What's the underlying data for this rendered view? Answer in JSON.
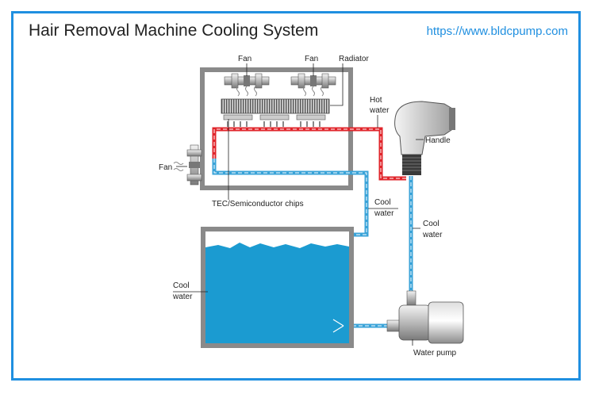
{
  "header": {
    "title": "Hair Removal Machine Cooling System",
    "url": "https://www.bldcpump.com"
  },
  "labels": {
    "fan_left": "Fan",
    "fan_right": "Fan",
    "radiator": "Radiator",
    "hot_water_1": "Hot",
    "hot_water_2": "water",
    "handle": "Handle",
    "fan_side": "Fan",
    "tec": "TEC/Semiconductor chips",
    "cool_water_mid_1": "Cool",
    "cool_water_mid_2": "water",
    "cool_water_right_1": "Cool",
    "cool_water_right_2": "water",
    "cool_water_tank_1": "Cool",
    "cool_water_tank_2": "water",
    "water_pump": "Water pump"
  },
  "colors": {
    "frame": "#1f8fe0",
    "hot_pipe": "#e0252b",
    "cool_pipe": "#3aa3d8",
    "water": "#1b9bd1"
  }
}
